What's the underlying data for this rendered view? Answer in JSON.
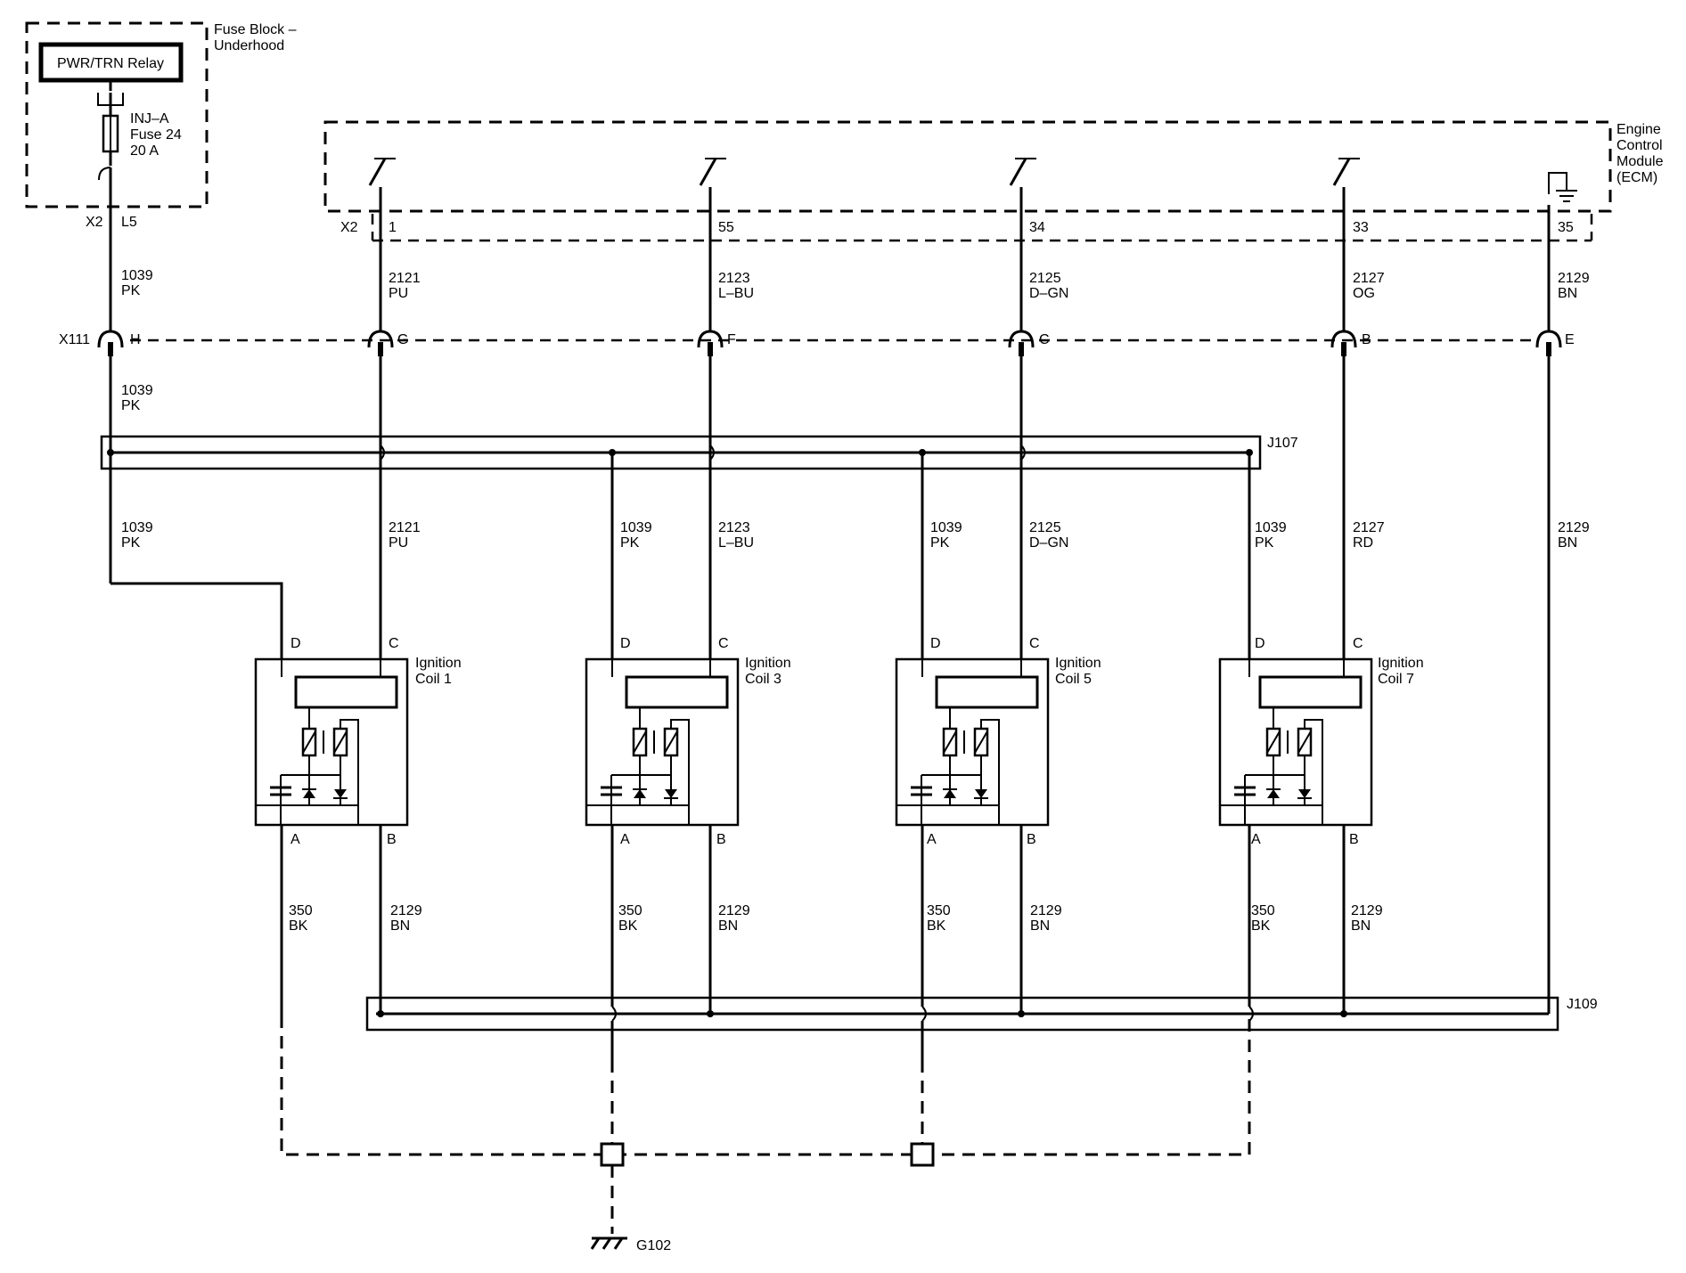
{
  "fuse_block": {
    "title_line1": "Fuse Block –",
    "title_line2": "Underhood",
    "relay_label": "PWR/TRN Relay",
    "fuse_line1": "INJ–A",
    "fuse_line2": "Fuse 24",
    "fuse_line3": "20 A",
    "connector": "X2",
    "pin": "L5"
  },
  "ecm": {
    "title_line1": "Engine",
    "title_line2": "Control",
    "title_line3": "Module",
    "title_line4": "(ECM)",
    "connector": "X2",
    "pins": [
      "1",
      "55",
      "34",
      "33",
      "35"
    ]
  },
  "x111": {
    "connector": "X111",
    "pins": [
      "H",
      "G",
      "F",
      "C",
      "B",
      "E"
    ]
  },
  "wires_upper": [
    {
      "circuit": "1039",
      "color": "PK"
    },
    {
      "circuit": "2121",
      "color": "PU"
    },
    {
      "circuit": "2123",
      "color": "L–BU"
    },
    {
      "circuit": "2125",
      "color": "D–GN"
    },
    {
      "circuit": "2127",
      "color": "OG"
    },
    {
      "circuit": "2129",
      "color": "BN"
    }
  ],
  "wire_x111_below": {
    "circuit": "1039",
    "color": "PK"
  },
  "splices": {
    "top": "J107",
    "bottom": "J109"
  },
  "wires_mid": [
    {
      "circuit": "1039",
      "color": "PK"
    },
    {
      "circuit": "2121",
      "color": "PU"
    },
    {
      "circuit": "1039",
      "color": "PK"
    },
    {
      "circuit": "2123",
      "color": "L–BU"
    },
    {
      "circuit": "1039",
      "color": "PK"
    },
    {
      "circuit": "2125",
      "color": "D–GN"
    },
    {
      "circuit": "1039",
      "color": "PK"
    },
    {
      "circuit": "2127",
      "color": "RD"
    },
    {
      "circuit": "2129",
      "color": "BN"
    }
  ],
  "coils": [
    {
      "name_line1": "Ignition",
      "name_line2": "Coil 1",
      "pin_d": "D",
      "pin_c": "C",
      "pin_a": "A",
      "pin_b": "B"
    },
    {
      "name_line1": "Ignition",
      "name_line2": "Coil 3",
      "pin_d": "D",
      "pin_c": "C",
      "pin_a": "A",
      "pin_b": "B"
    },
    {
      "name_line1": "Ignition",
      "name_line2": "Coil 5",
      "pin_d": "D",
      "pin_c": "C",
      "pin_a": "A",
      "pin_b": "B"
    },
    {
      "name_line1": "Ignition",
      "name_line2": "Coil 7",
      "pin_d": "D",
      "pin_c": "C",
      "pin_a": "A",
      "pin_b": "B"
    }
  ],
  "wires_lower": [
    {
      "circuit": "350",
      "color": "BK"
    },
    {
      "circuit": "2129",
      "color": "BN"
    },
    {
      "circuit": "350",
      "color": "BK"
    },
    {
      "circuit": "2129",
      "color": "BN"
    },
    {
      "circuit": "350",
      "color": "BK"
    },
    {
      "circuit": "2129",
      "color": "BN"
    },
    {
      "circuit": "350",
      "color": "BK"
    },
    {
      "circuit": "2129",
      "color": "BN"
    }
  ],
  "ground": {
    "label": "G102"
  }
}
